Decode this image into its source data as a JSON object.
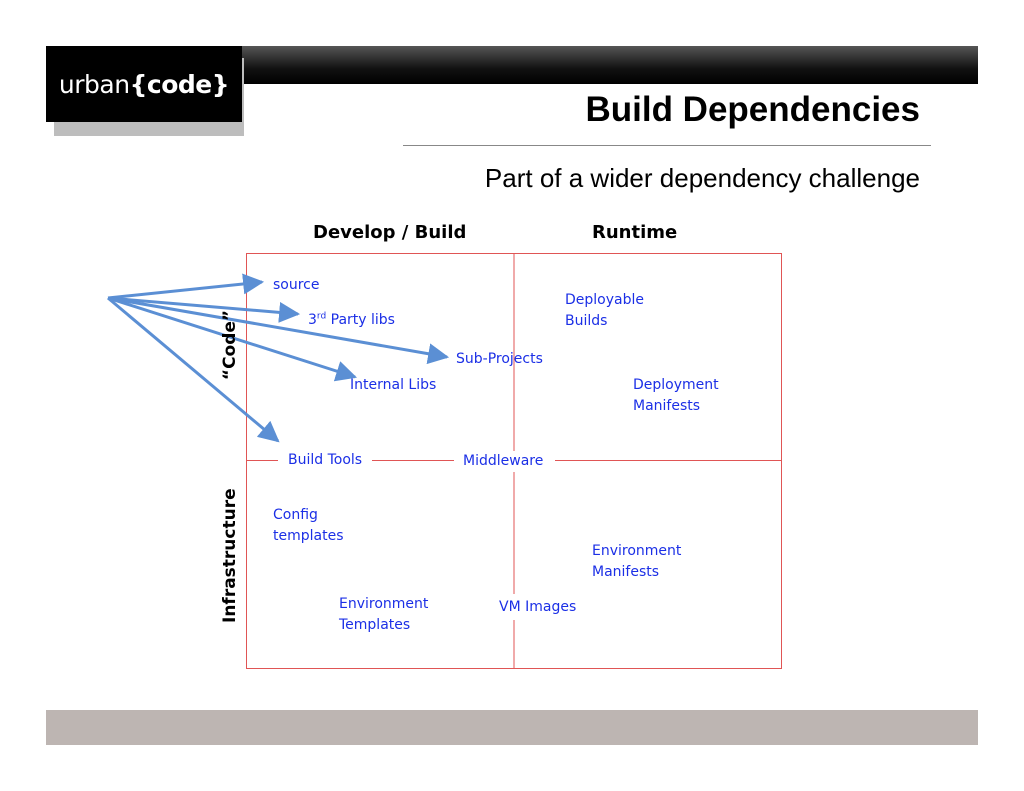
{
  "logo": {
    "prefix": "urban",
    "brace_open": "{",
    "strong": "code",
    "brace_close": "}"
  },
  "slide": {
    "title": "Build Dependencies",
    "subtitle": "Part of a wider dependency challenge"
  },
  "columns": {
    "develop_build": "Develop / Build",
    "runtime": "Runtime"
  },
  "rows": {
    "code": "“Code”",
    "infrastructure": "Infrastructure"
  },
  "nodes": {
    "source": "source",
    "third_party_prefix": "3",
    "third_party_sup": "rd",
    "third_party_suffix": " Party libs",
    "sub_projects": "Sub-Projects",
    "internal_libs": "Internal Libs",
    "deployable_builds": [
      "Deployable",
      "Builds"
    ],
    "deployment_manifests": [
      "Deployment",
      "Manifests"
    ],
    "build_tools": "Build Tools",
    "middleware": "Middleware",
    "config_templates": [
      "Config",
      "templates"
    ],
    "environment_manifests": [
      "Environment",
      "Manifests"
    ],
    "environment_templates": [
      "Environment",
      "Templates"
    ],
    "vm_images": "VM Images"
  },
  "colors": {
    "grid": "#e05555",
    "arrow": "#5b8fd4",
    "node_text": "#1b2fe6",
    "footer": "#bdb5b2"
  }
}
